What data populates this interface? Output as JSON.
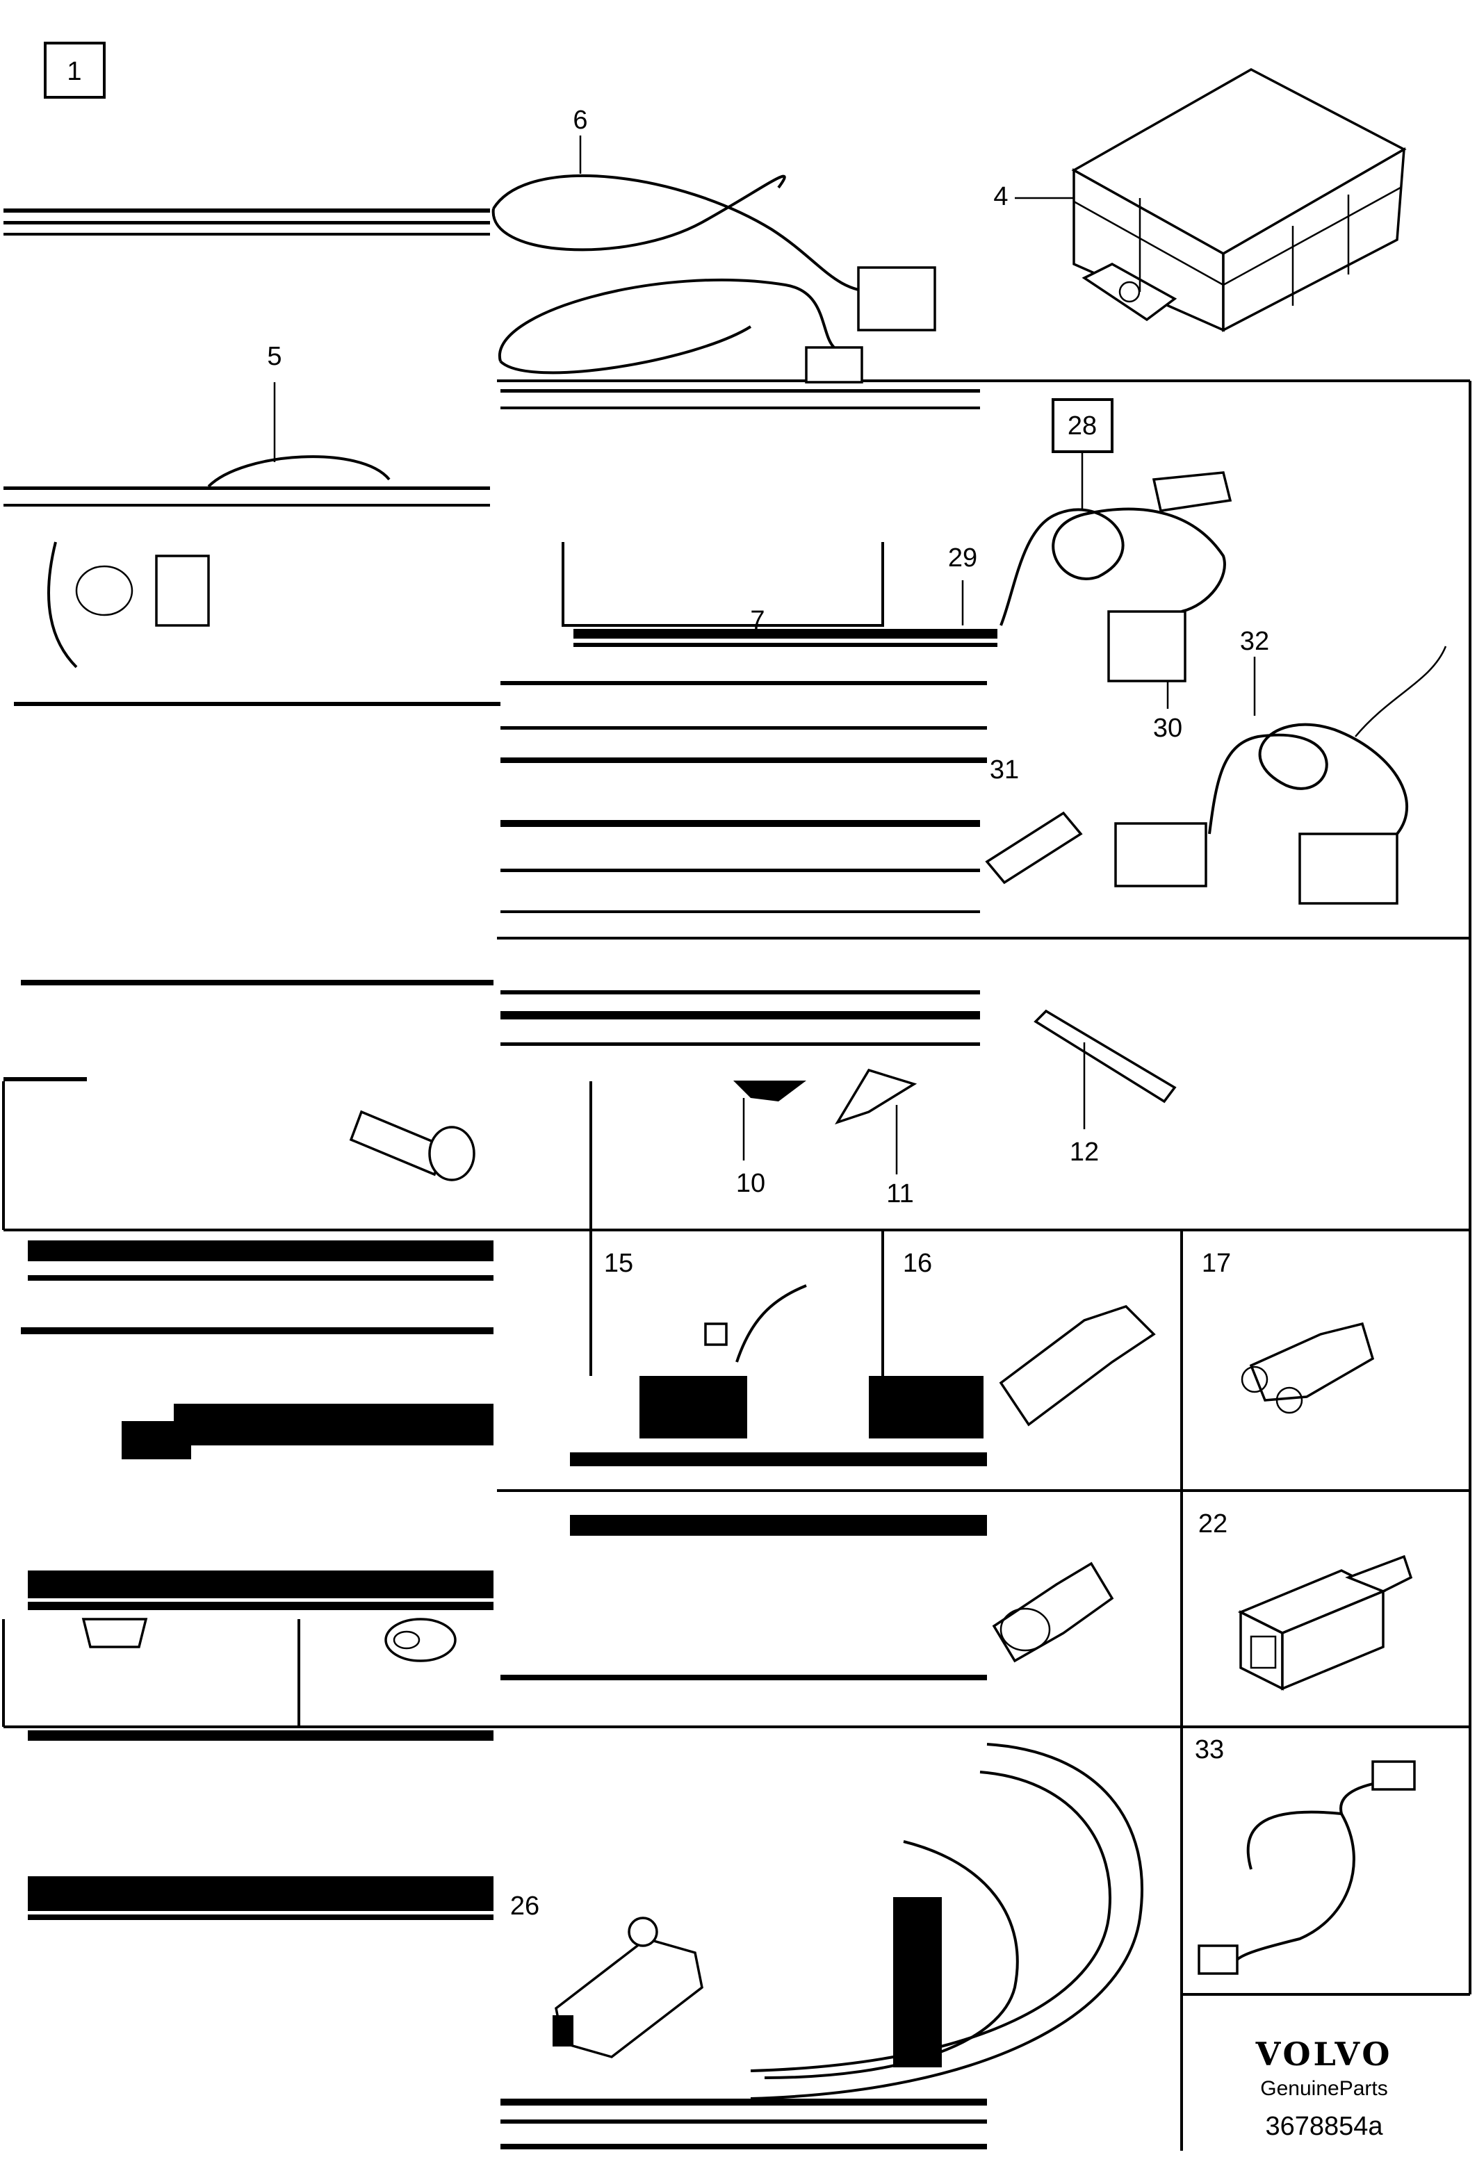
{
  "figure": {
    "main_label": "1",
    "callouts": {
      "c4": "4",
      "c5": "5",
      "c6": "6",
      "c7": "7",
      "c10": "10",
      "c11": "11",
      "c12": "12",
      "c15": "15",
      "c16": "16",
      "c17": "17",
      "c22": "22",
      "c26": "26",
      "c28": "28",
      "c29": "29",
      "c30": "30",
      "c31": "31",
      "c32": "32",
      "c33": "33"
    }
  },
  "footer": {
    "brand": "VOLVO",
    "subtitle": "GenuineParts",
    "reference": "3678854a"
  }
}
